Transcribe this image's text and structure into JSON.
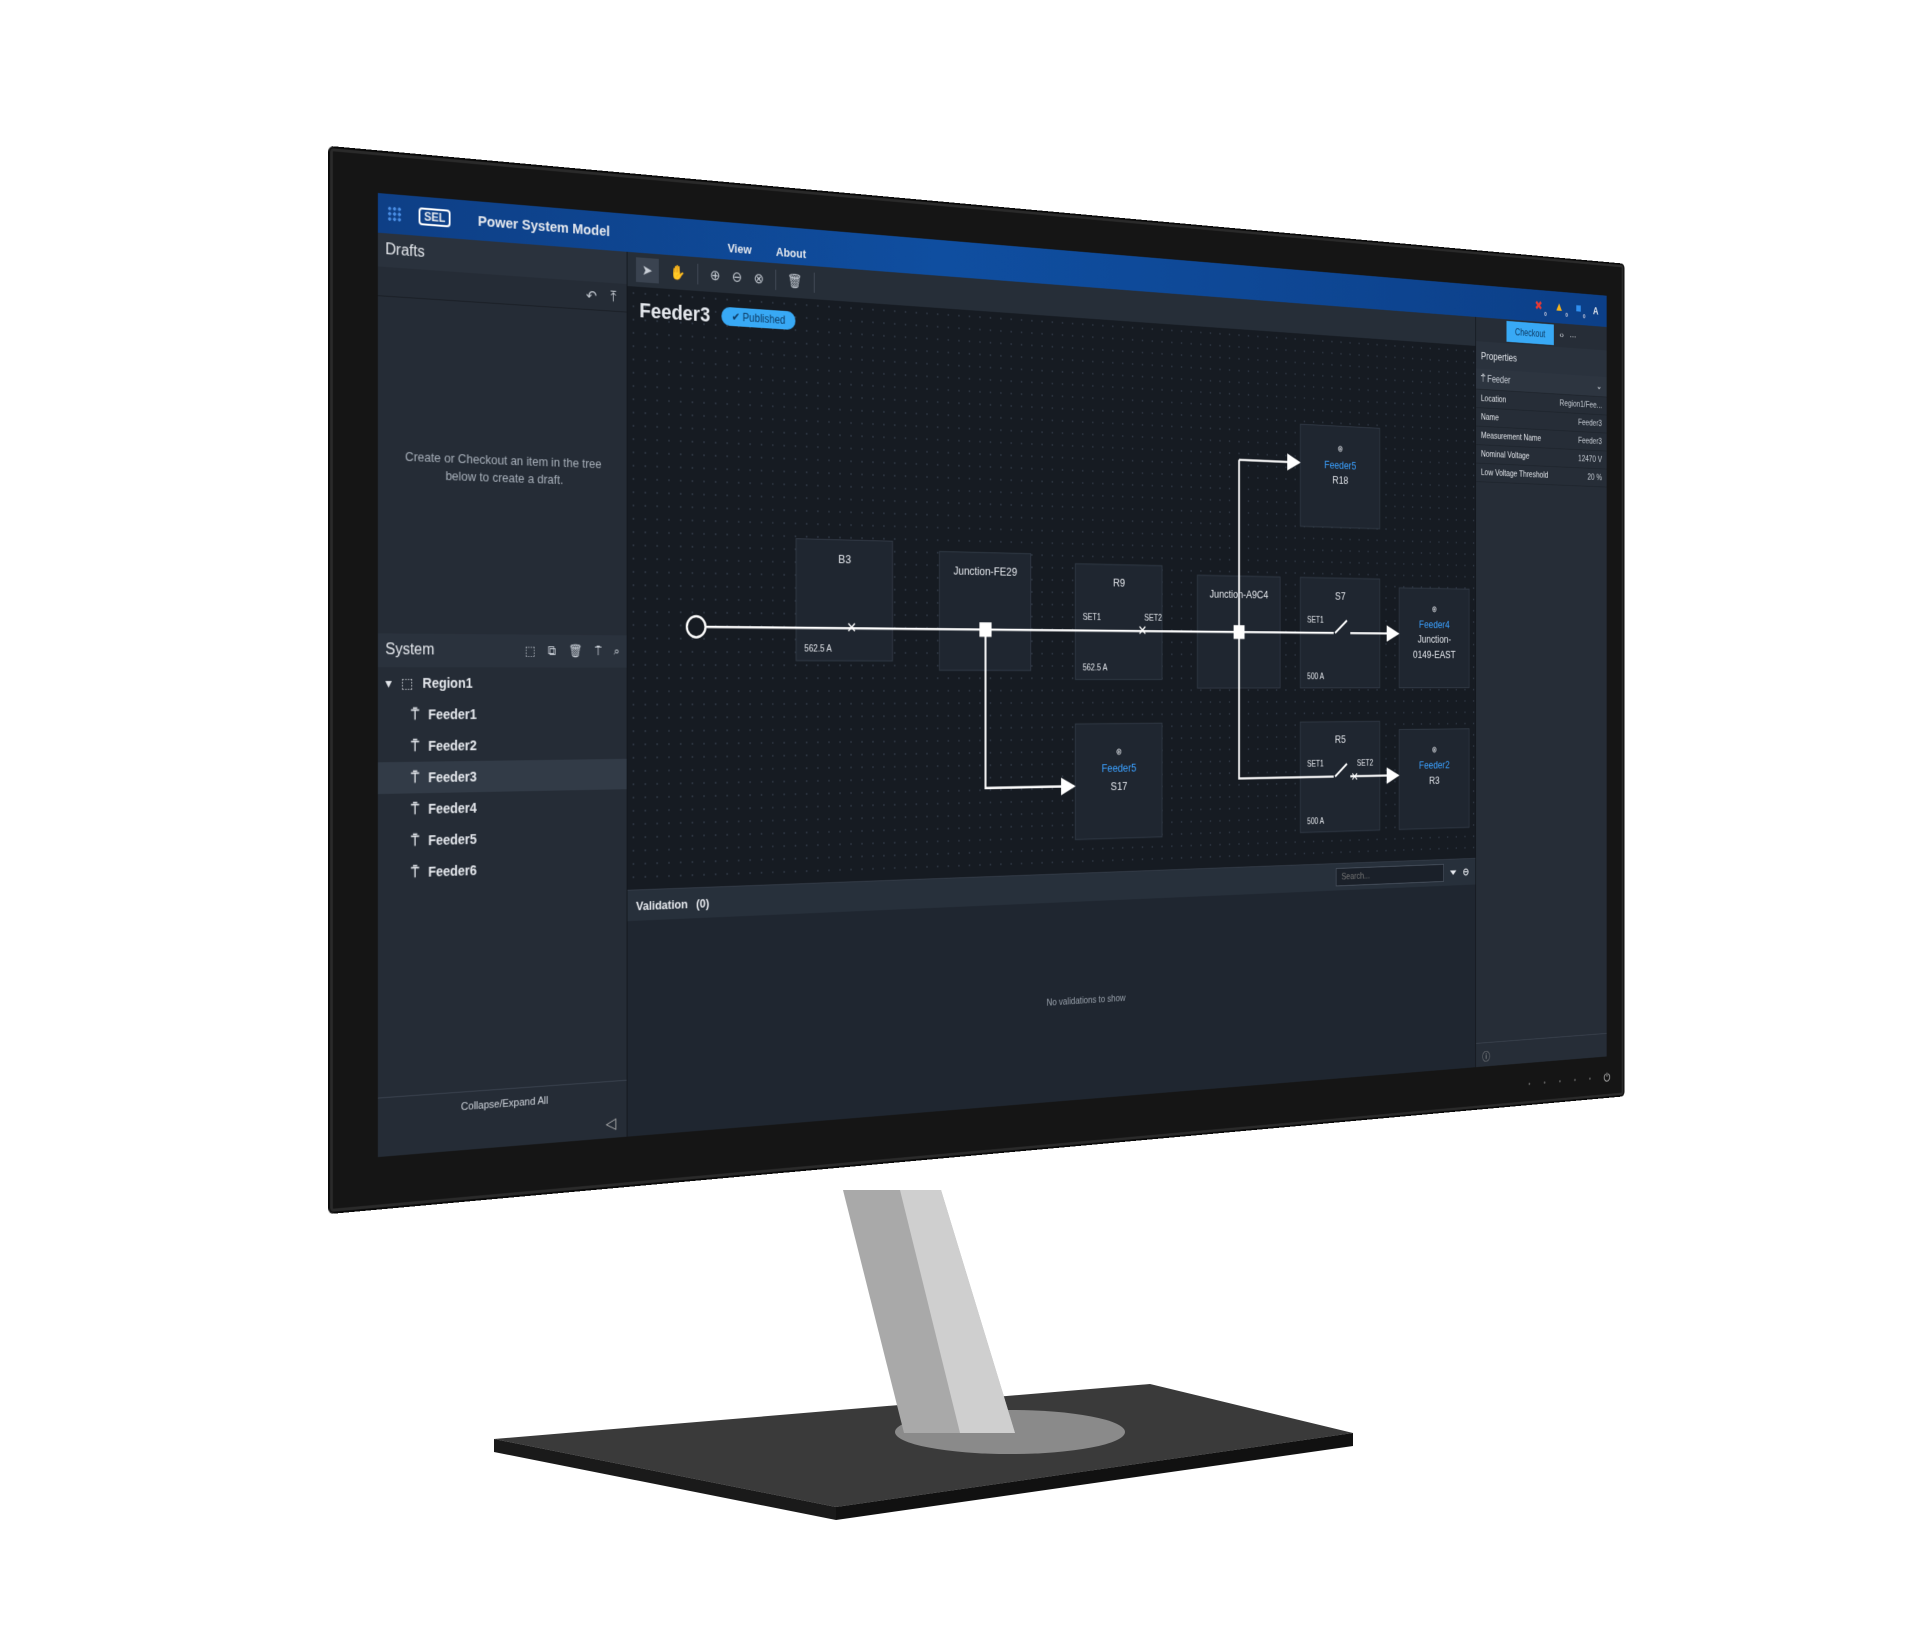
{
  "app": {
    "title": "Power System Model",
    "logo": "SEL",
    "menu": [
      "View",
      "About"
    ],
    "status": {
      "errors": "0",
      "warnings": "0",
      "messages": "0",
      "avatar": "A"
    }
  },
  "drafts": {
    "title": "Drafts",
    "empty": "Create or Checkout an item in the tree below to create a draft."
  },
  "system": {
    "title": "System",
    "region": "Region1",
    "feeders": [
      "Feeder1",
      "Feeder2",
      "Feeder3",
      "Feeder4",
      "Feeder5",
      "Feeder6"
    ],
    "selected": "Feeder3",
    "footer": "Collapse/Expand All"
  },
  "canvas": {
    "title": "Feeder3",
    "status": "Published",
    "nodes": {
      "b3": {
        "name": "B3",
        "current": "562.5 A"
      },
      "jfe29": {
        "name": "Junction-FE29"
      },
      "r9": {
        "name": "R9",
        "set1": "SET1",
        "set2": "SET2",
        "current": "562.5 A"
      },
      "ja9c4": {
        "name": "Junction-A9C4"
      },
      "f5r18": {
        "feeder": "Feeder5",
        "name": "R18"
      },
      "s7": {
        "name": "S7",
        "set1": "SET1",
        "current": "500 A"
      },
      "f4": {
        "feeder": "Feeder4",
        "name1": "Junction-",
        "name2": "0149-EAST"
      },
      "f5s17": {
        "feeder": "Feeder5",
        "name": "S17"
      },
      "r5": {
        "name": "R5",
        "set1": "SET1",
        "set2": "SET2",
        "current": "500 A"
      },
      "f2": {
        "feeder": "Feeder2",
        "name": "R3"
      }
    }
  },
  "validation": {
    "title": "Validation",
    "count": "(0)",
    "search_placeholder": "Search...",
    "empty": "No validations to show"
  },
  "properties": {
    "checkout": "Checkout",
    "title": "Properties",
    "type": "Feeder",
    "rows": [
      {
        "label": "Location",
        "value": "Region1/Fee..."
      },
      {
        "label": "Name",
        "value": "Feeder3"
      },
      {
        "label": "Measurement Name",
        "value": "Feeder3"
      },
      {
        "label": "Nominal Voltage",
        "value": "12470  V"
      },
      {
        "label": "Low Voltage Threshold",
        "value": "20  %"
      }
    ]
  },
  "colors": {
    "accent": "#38a9f5",
    "header": "#0f4ea0",
    "background": "#161b22",
    "feeder_link": "#3aa0ff"
  }
}
